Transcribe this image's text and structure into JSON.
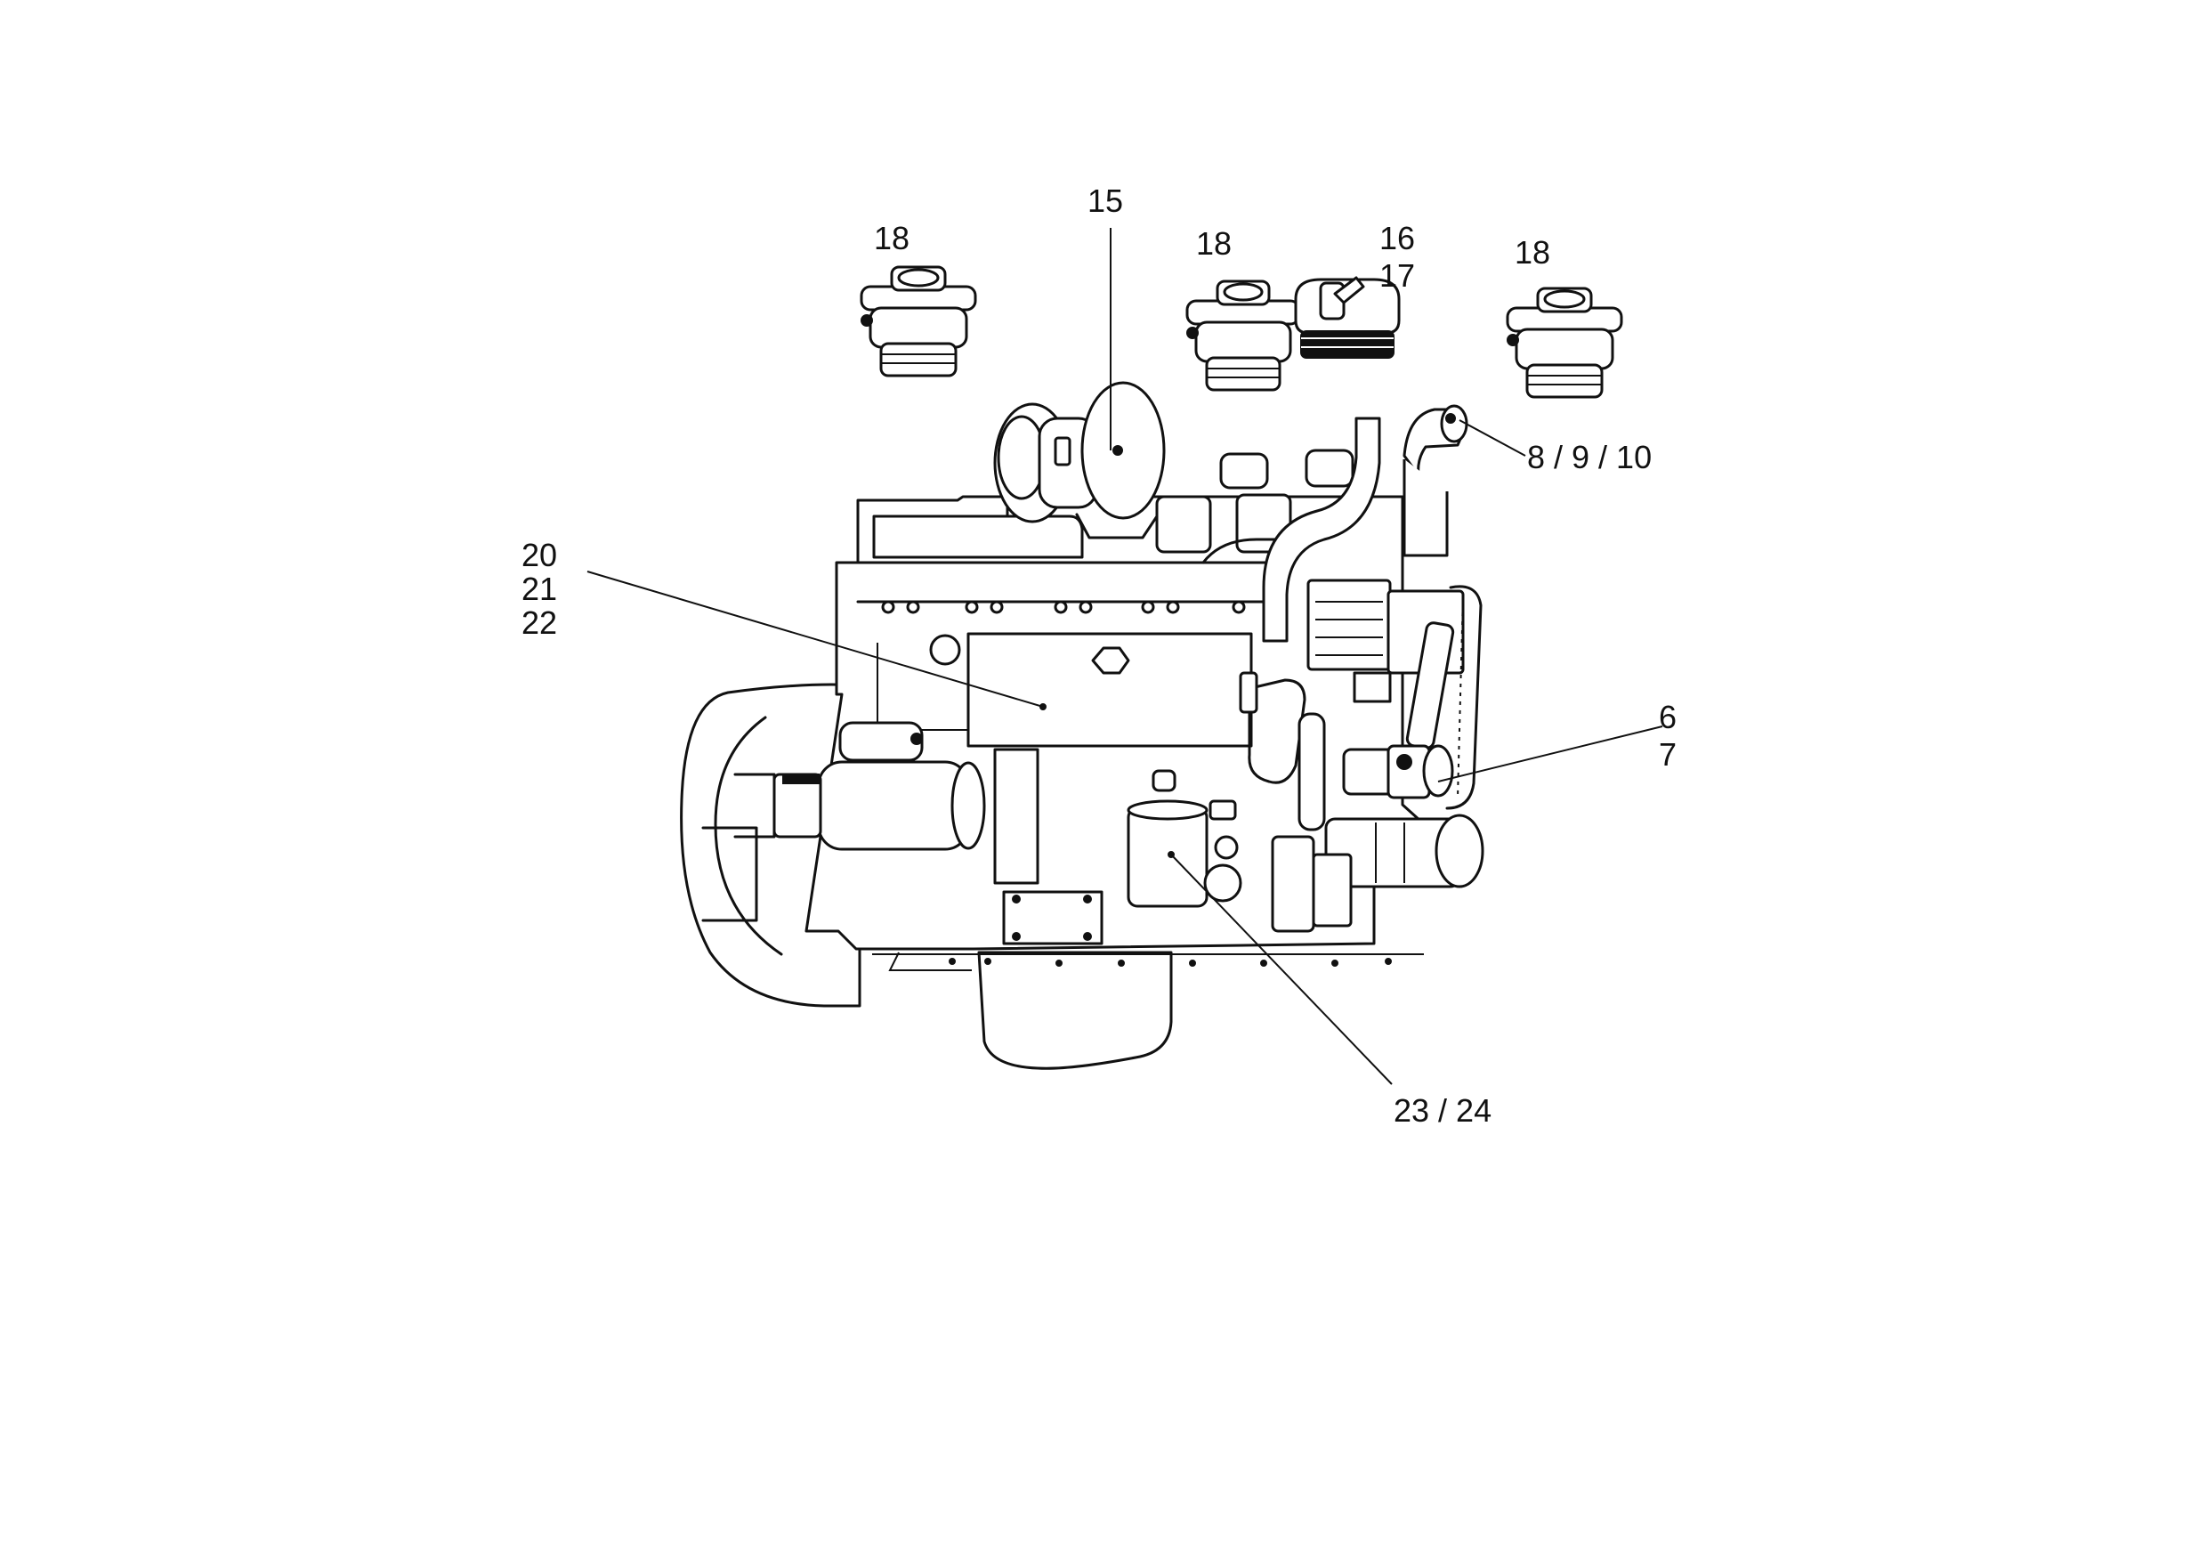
{
  "callouts": {
    "c15": "15",
    "c18a": "18",
    "c18b": "18",
    "c18c": "18",
    "c16": "16",
    "c17": "17",
    "c8910": "8 / 9 / 10",
    "c20": "20",
    "c21": "21",
    "c22": "22",
    "c6": "6",
    "c7": "7",
    "c2324": "23 / 24"
  },
  "colors": {
    "ink": "#111111",
    "paper": "#ffffff"
  }
}
